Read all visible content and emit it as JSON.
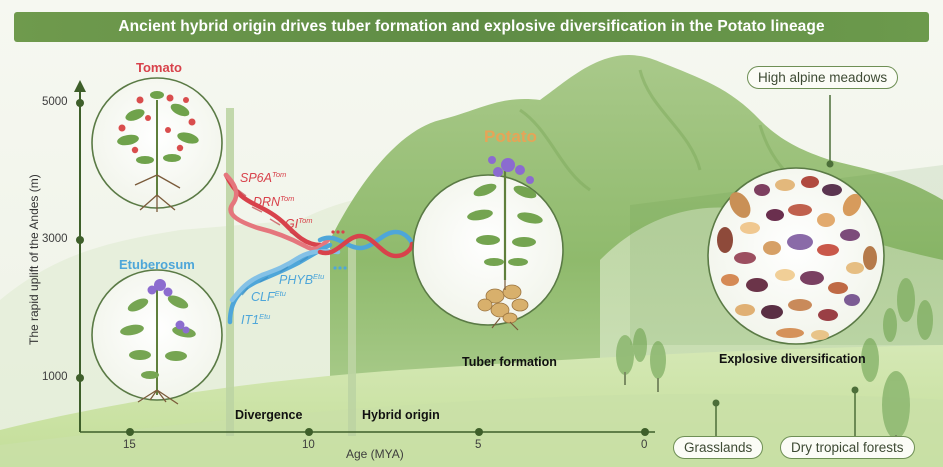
{
  "title": "Ancient hybrid origin drives tuber formation and explosive diversification in the Potato lineage",
  "y_axis": {
    "label": "The rapid uplift of the Andes (m)",
    "ticks": [
      "5000",
      "3000",
      "1000"
    ]
  },
  "x_axis": {
    "label": "Age (MYA)",
    "ticks": [
      "15",
      "10",
      "5",
      "0"
    ]
  },
  "plants": {
    "tomato": "Tomato",
    "etuberosum": "Etuberosum",
    "potato": "Potato"
  },
  "genes": {
    "tomato": [
      {
        "name": "SP6A",
        "sup": "Tom"
      },
      {
        "name": "DRN",
        "sup": "Tom"
      },
      {
        "name": "GI",
        "sup": "Tom"
      }
    ],
    "etuberosum": [
      {
        "name": "PHYB",
        "sup": "Etu"
      },
      {
        "name": "CLF",
        "sup": "Etu"
      },
      {
        "name": "IT1",
        "sup": "Etu"
      }
    ]
  },
  "events": {
    "divergence": "Divergence",
    "hybrid_origin": "Hybrid origin",
    "tuber_formation": "Tuber formation",
    "explosive_diversification": "Explosive diversification"
  },
  "habitats": {
    "high_alpine": "High alpine meadows",
    "grasslands": "Grasslands",
    "dry_tropical": "Dry tropical forests"
  },
  "colors": {
    "tomato_red": "#d8424b",
    "etuberosum_blue": "#4ea6d9",
    "potato_orange": "#e6a457",
    "axis_green": "#3e5f2a",
    "title_green": "#6a9649"
  },
  "icons": [
    "tomato-plant-illustration",
    "etuberosum-plant-illustration",
    "potato-plant-illustration",
    "tuber-variety-illustration"
  ]
}
